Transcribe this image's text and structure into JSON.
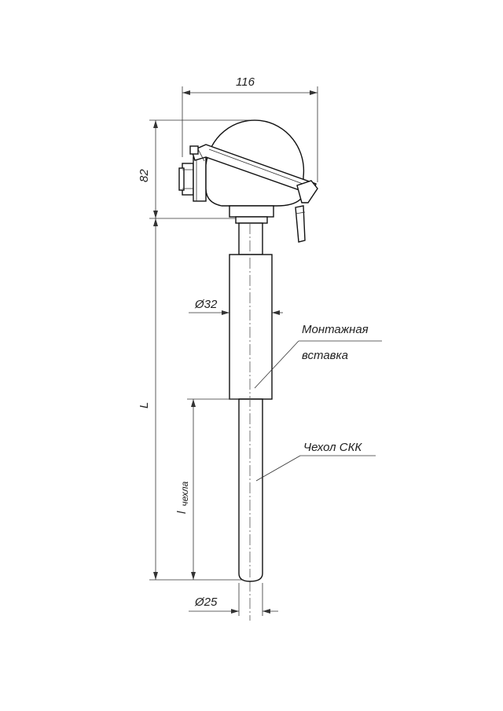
{
  "dimensions": {
    "head_width": "116",
    "head_height": "82",
    "insert_diameter": "Ø32",
    "sheath_diameter": "Ø25",
    "overall_length": "L",
    "sheath_length_base": "l",
    "sheath_length_sub": "чехла"
  },
  "callouts": {
    "insert_line1": "Монтажная",
    "insert_line2": "вставка",
    "sheath": "Чехол СКК"
  },
  "colors": {
    "line": "#111111",
    "dimension": "#333333",
    "fill": "#ffffff"
  }
}
